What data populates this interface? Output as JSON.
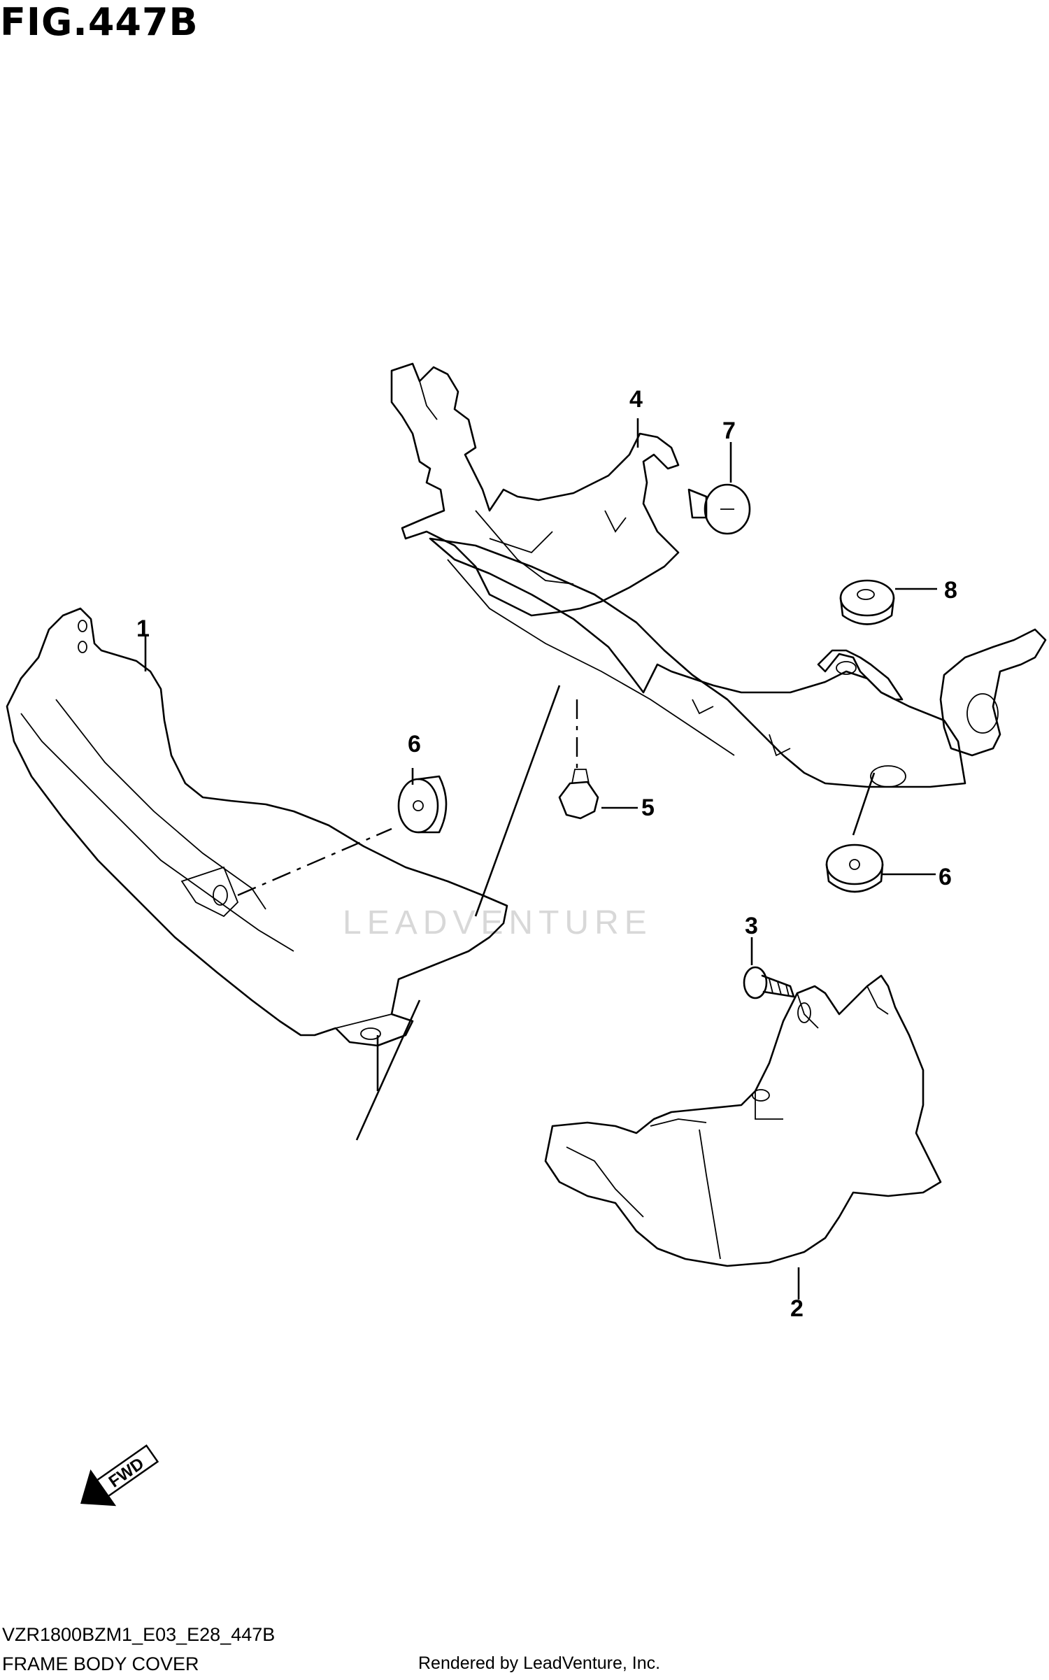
{
  "figure": {
    "title": "FIG.447B",
    "code": "VZR1800BZM1_E03_E28_447B",
    "name": "FRAME BODY COVER",
    "credit": "Rendered by LeadVenture, Inc.",
    "watermark": "LEADVENTURE"
  },
  "callouts": {
    "c1": "1",
    "c2": "2",
    "c3": "3",
    "c4": "4",
    "c5": "5",
    "c6a": "6",
    "c6b": "6",
    "c7": "7",
    "c8": "8"
  },
  "fwd_arrow": {
    "label": "FWD"
  }
}
